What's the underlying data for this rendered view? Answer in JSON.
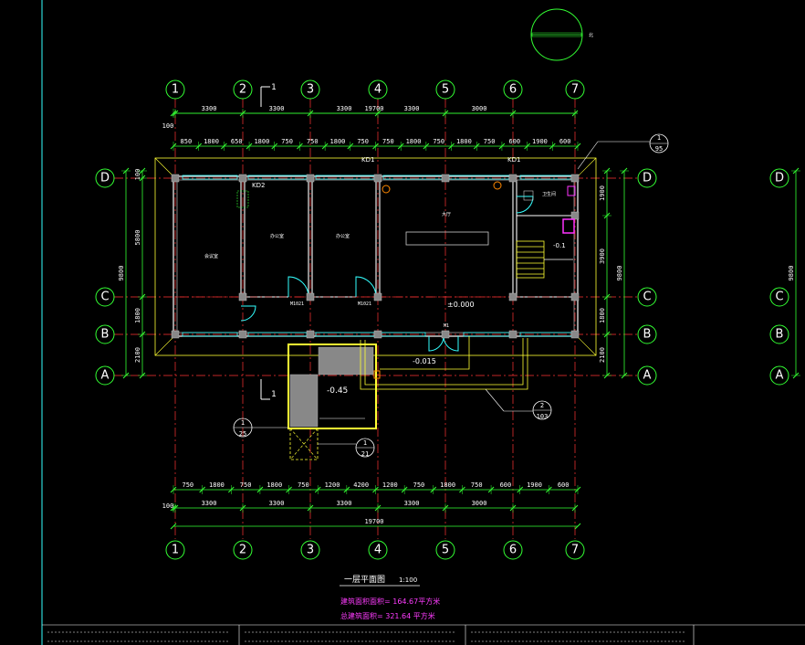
{
  "drawing": {
    "title": "一层平面图",
    "scale": "1:100",
    "north_label": "北",
    "total_width_label": "19700",
    "colors": {
      "background": "#000000",
      "grid_circle": "#33ff33",
      "axis_line": "#ff3333",
      "wall": "#ffffff",
      "window": "#33ffff",
      "highlight": "#ffff33",
      "annotation": "#ff33ff"
    }
  },
  "grid_x": {
    "labels": [
      "1",
      "2",
      "3",
      "4",
      "5",
      "6",
      "7"
    ]
  },
  "grid_y": {
    "labels": [
      "D",
      "C",
      "B",
      "A"
    ]
  },
  "dims": {
    "top_bays": [
      "3300",
      "3300",
      "3300",
      "3300",
      "3000"
    ],
    "top_left_offset": "100",
    "top_detail": [
      "850",
      "1800",
      "650",
      "1800",
      "750",
      "750",
      "1800",
      "750",
      "750",
      "1800",
      "750",
      "1800",
      "750",
      "600",
      "1900",
      "600"
    ],
    "bottom_detail": [
      "750",
      "1800",
      "750",
      "1800",
      "750",
      "1200",
      "4200",
      "1200",
      "750",
      "1800",
      "750",
      "600",
      "1900",
      "600"
    ],
    "bottom_bays": [
      "3300",
      "3300",
      "3300",
      "3300",
      "3000"
    ],
    "bottom_left_offset": "100",
    "left_chain": [
      "100",
      "5800",
      "1800",
      "2100"
    ],
    "left_total": "9800",
    "right_chain": [
      "1900",
      "3900",
      "1800",
      "2100"
    ],
    "right_total": "9800"
  },
  "rooms": {
    "r1": "会议室",
    "r2": "办公室",
    "r3": "办公室",
    "r4": "大厅",
    "r5": "卫生间"
  },
  "levels": {
    "floor": "±0.000",
    "entry": "-0.015",
    "outside": "-0.45",
    "stair": "-0.1"
  },
  "tags": {
    "kd1a": "KD1",
    "kd1b": "KD1",
    "kd2": "KD2",
    "m1": "M1",
    "m1021a": "M1021",
    "m1021b": "M1021",
    "section_mark": "1"
  },
  "details": {
    "d1_top": "1",
    "d1_bottom": "95",
    "d2_top": "2",
    "d2_bottom": "103",
    "d3_top": "1",
    "d3_bottom": "25",
    "d4_top": "1",
    "d4_bottom": "21"
  },
  "area_notes": {
    "building_area": "建筑面积面积= 164.67平方米",
    "total_area": "总建筑面积= 321.64 平方米"
  }
}
